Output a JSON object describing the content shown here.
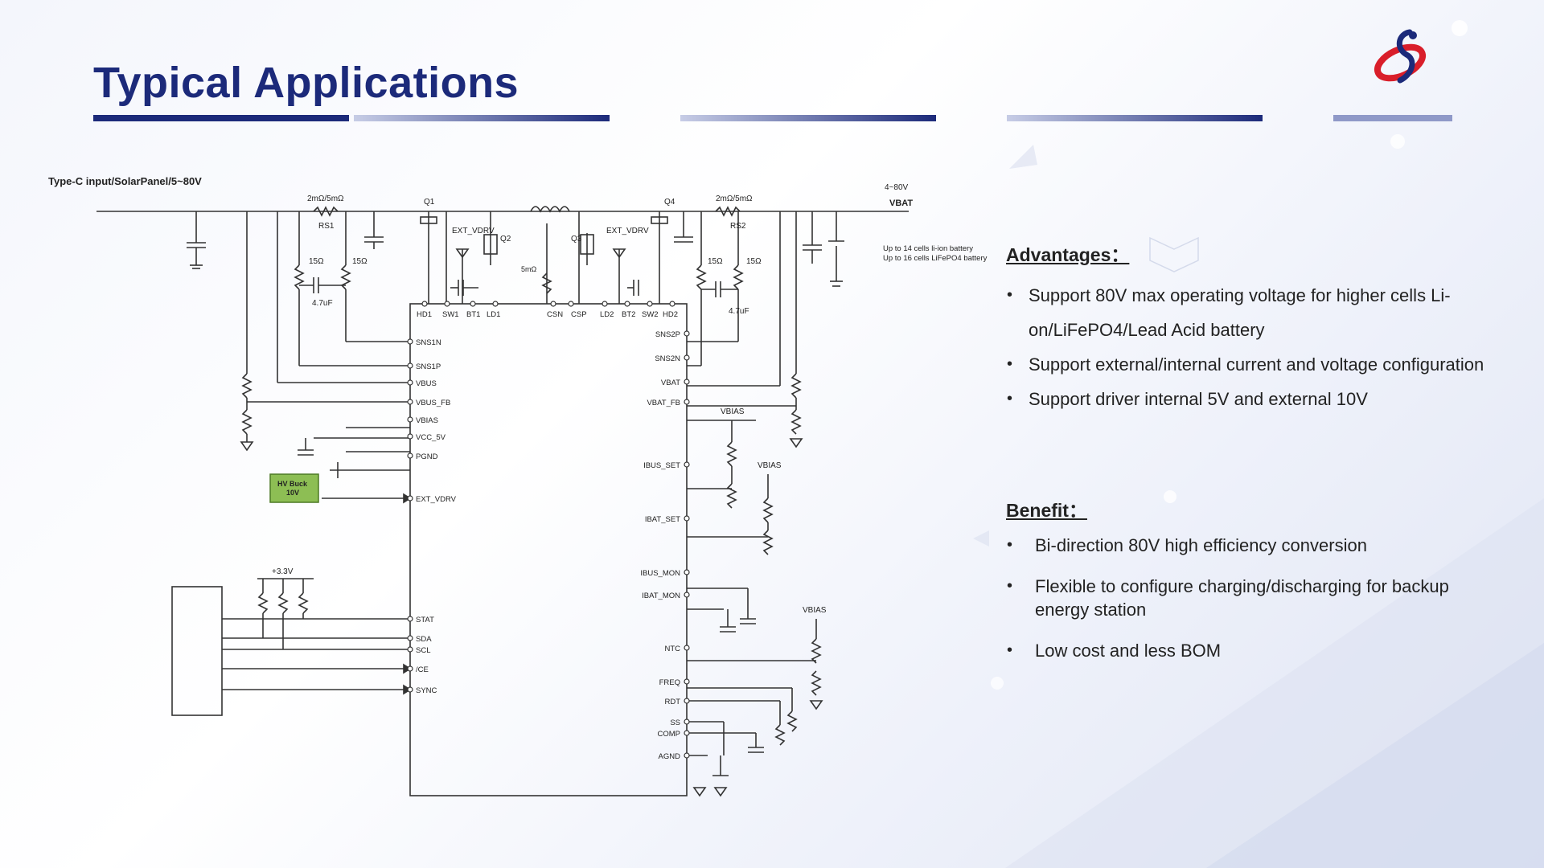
{
  "slide": {
    "title": "Typical Applications",
    "accent_color": "#1c2a7a",
    "logo_icon": "company-logo-icon"
  },
  "schematic": {
    "input_label": "Type-C input/SolarPanel/5~80V",
    "shunt_in_value": "2mΩ/5mΩ",
    "shunt_in_ref": "RS1",
    "shunt_out_value": "2mΩ/5mΩ",
    "shunt_out_ref": "RS2",
    "vout_range": "4~80V",
    "vbat_label": "VBAT",
    "battery_note_1": "Up to 14 cells li-ion battery",
    "battery_note_2": "Up to 16 cells LiFePO4 battery",
    "q1": "Q1",
    "q2": "Q2",
    "q3": "Q3",
    "q4": "Q4",
    "ext_vdrv_1": "EXT_VDRV",
    "ext_vdrv_2": "EXT_VDRV",
    "r15_1": "15Ω",
    "r15_2": "15Ω",
    "r15_3": "15Ω",
    "r15_4": "15Ω",
    "cap47_1": "4.7uF",
    "cap47_2": "4.7uF",
    "snubber_r": "5mΩ",
    "hv_buck_line1": "HV Buck",
    "hv_buck_line2": "10V",
    "pullup_label": "+3.3V",
    "vbias_1": "VBIAS",
    "vbias_2": "VBIAS",
    "vbias_3": "VBIAS",
    "pins_top": [
      "HD1",
      "SW1",
      "BT1",
      "LD1",
      "CSN",
      "CSP",
      "LD2",
      "BT2",
      "SW2",
      "HD2"
    ],
    "pins_left": [
      "SNS1N",
      "SNS1P",
      "VBUS",
      "VBUS_FB",
      "VBIAS",
      "VCC_5V",
      "PGND",
      "EXT_VDRV",
      "STAT",
      "SDA",
      "SCL",
      "/CE",
      "SYNC"
    ],
    "pins_right": [
      "SNS2P",
      "SNS2N",
      "VBAT",
      "VBAT_FB",
      "IBUS_SET",
      "IBAT_SET",
      "IBUS_MON",
      "IBAT_MON",
      "NTC",
      "FREQ",
      "RDT",
      "SS",
      "COMP",
      "AGND"
    ]
  },
  "advantages": {
    "title": "Advantages：",
    "items": [
      "Support 80V max operating voltage for higher cells Li-on/LiFePO4/Lead Acid battery",
      "Support external/internal current and voltage configuration",
      "Support driver internal 5V and external 10V"
    ]
  },
  "benefit": {
    "title": "Benefit：",
    "items": [
      "Bi-direction 80V high efficiency conversion",
      "Flexible to configure charging/discharging for backup energy station",
      "Low cost and less BOM"
    ]
  }
}
